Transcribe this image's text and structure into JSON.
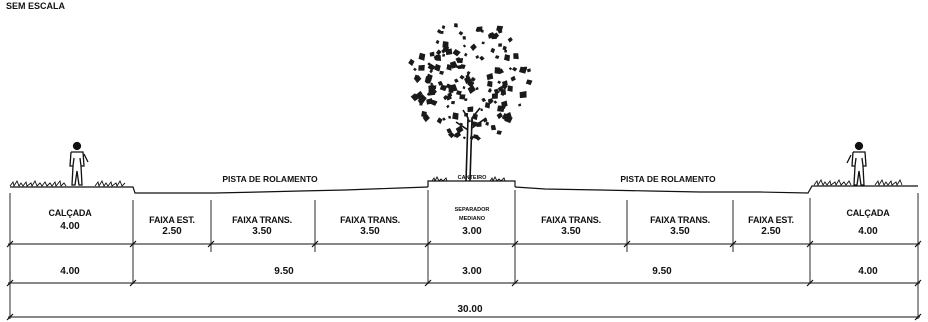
{
  "scale_note": "SEM ESCALA",
  "top_labels": {
    "left_roadway": "PISTA DE ROLAMENTO",
    "median": "CANTEIRO",
    "right_roadway": "PISTA DE ROLAMENTO"
  },
  "lanes": [
    {
      "label": "CALÇADA",
      "value": "4.00"
    },
    {
      "label": "FAIXA EST.",
      "value": "2.50"
    },
    {
      "label": "FAIXA TRANS.",
      "value": "3.50"
    },
    {
      "label": "FAIXA TRANS.",
      "value": "3.50"
    },
    {
      "label_line1": "SEPARADOR",
      "label_line2": "MEDIANO",
      "value": "3.00"
    },
    {
      "label": "FAIXA TRANS.",
      "value": "3.50"
    },
    {
      "label": "FAIXA TRANS.",
      "value": "3.50"
    },
    {
      "label": "FAIXA EST.",
      "value": "2.50"
    },
    {
      "label": "CALÇADA",
      "value": "4.00"
    }
  ],
  "subtotals": [
    "4.00",
    "9.50",
    "3.00",
    "9.50",
    "4.00"
  ],
  "total": "30.00",
  "colors": {
    "ink": "#111111",
    "foliage": "#1a1a1a",
    "background": "#ffffff"
  },
  "icons": [
    "pedestrian-icon",
    "tree-icon",
    "grass-icon"
  ]
}
